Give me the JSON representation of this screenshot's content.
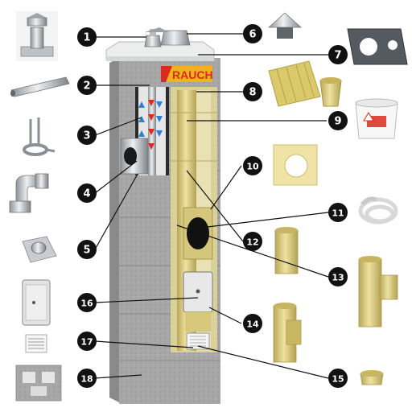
{
  "brand": {
    "name": "RAUCH",
    "color": "#d92b1f",
    "accent": "#f2b21b"
  },
  "callouts": [
    {
      "number": "1",
      "part": "chimney cap with flashing"
    },
    {
      "number": "2",
      "part": "stainless steel flue pipe"
    },
    {
      "number": "3",
      "part": "pipe wall bracket"
    },
    {
      "number": "4",
      "part": "stainless elbow connector"
    },
    {
      "number": "5",
      "part": "wall plate"
    },
    {
      "number": "6",
      "part": "rain cowl"
    },
    {
      "number": "7",
      "part": "cover plate"
    },
    {
      "number": "8",
      "part": "insulation mat and sleeve"
    },
    {
      "number": "9",
      "part": "acid resistant adhesive"
    },
    {
      "number": "10",
      "part": "connection plate"
    },
    {
      "number": "11",
      "part": "sealing cord"
    },
    {
      "number": "12",
      "part": "ceramic flue liner"
    },
    {
      "number": "13",
      "part": "ceramic tee connector"
    },
    {
      "number": "14",
      "part": "inspection tee with door"
    },
    {
      "number": "15",
      "part": "condensate cup"
    },
    {
      "number": "16",
      "part": "cleaning door"
    },
    {
      "number": "17",
      "part": "ventilation grille"
    },
    {
      "number": "18",
      "part": "chimney block"
    }
  ],
  "colors": {
    "block": "#a5a5a5",
    "block_dark": "#7f7f7f",
    "ceramic": "#d9c97d",
    "steel": "#c9ccd0",
    "badge": "#111111"
  }
}
